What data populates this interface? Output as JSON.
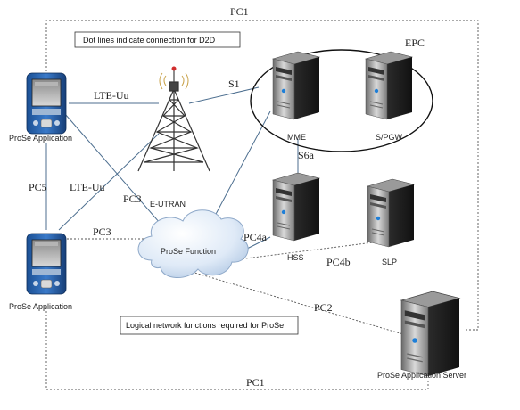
{
  "notes": {
    "d2d": "Dot lines indicate connection for D2D",
    "logical": "Logical network functions required for ProSe"
  },
  "groups": {
    "epc": "EPC"
  },
  "nodes": {
    "ue_top": "ProSe Application",
    "ue_bottom": "ProSe Application",
    "enb": "E-UTRAN",
    "mme": "MME",
    "spgw": "S/PGW",
    "hss": "HSS",
    "slp": "SLP",
    "prose_function": "ProSe Function",
    "app_server": "ProSe Application Server"
  },
  "interfaces": {
    "pc1_top": "PC1",
    "pc1_bottom": "PC1",
    "lte_uu_top": "LTE-Uu",
    "lte_uu_bottom": "LTE-Uu",
    "pc5": "PC5",
    "pc3_diag": "PC3",
    "pc3_horiz": "PC3",
    "s1": "S1",
    "s6a": "S6a",
    "pc4a": "PC4a",
    "pc4b": "PC4b",
    "pc2": "PC2"
  },
  "icons": {
    "ue": "pda-handheld-icon",
    "tower": "cell-tower-icon",
    "server": "server-tower-icon",
    "cloud": "cloud-icon"
  }
}
